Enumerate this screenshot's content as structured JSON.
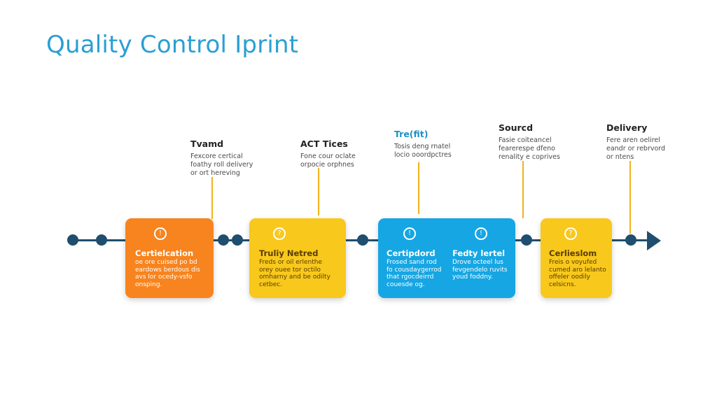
{
  "title": "Quality Control Iprint",
  "colors": {
    "title": "#2a9fd3",
    "timeline": "#1f4e6e",
    "orange": "#f7841e",
    "yellow": "#f8c81c",
    "blue": "#16a6e3",
    "connector": "#f1b21c"
  },
  "callouts": [
    {
      "title": "Tvamd",
      "lines": [
        "Fexcore certical",
        "foathy roll delivery",
        "or ort hereving"
      ]
    },
    {
      "title": "ACT Tices",
      "lines": [
        "Fone cour oclate",
        "orpocie orphnes"
      ]
    },
    {
      "title": "Tre(fit)",
      "lines": [
        "Tosis deng rnatel",
        "locio ooordpctres"
      ]
    },
    {
      "title": "Sourcd",
      "lines": [
        "Fasie coiteancel",
        "fearerespe dfeno",
        "renality e coprives"
      ]
    },
    {
      "title": "Delivery",
      "lines": [
        "Fere aren oelirel",
        "eandr or rebrvord",
        "or ntens"
      ]
    }
  ],
  "boxes": [
    {
      "icon": "!",
      "icon_name": "info-icon",
      "title": "Certielcation",
      "lines": [
        "oe ore cuised po bd",
        "eardows berdous dis",
        "avs lor ocedy-vsfo",
        "onsping."
      ]
    },
    {
      "icon": "?",
      "icon_name": "clock-icon",
      "title": "Truliy Netred",
      "lines": [
        "Freds or oil erlenthe",
        "orey ouee tor octilo",
        "omharny and be odilty",
        "cetbec."
      ]
    },
    {
      "icon": "!",
      "icon_name": "info-icon",
      "title": "Certipdord",
      "lines": [
        "Frosed sand rod",
        "fo cousdaygerrod",
        "that rgocdeirrd",
        "couesde og."
      ]
    },
    {
      "icon": "!",
      "icon_name": "alert-icon",
      "title": "Fedty lertel",
      "lines": [
        "Drove octeel lus",
        "fevgendelo ruvits",
        "youd foddny."
      ]
    },
    {
      "icon": "?",
      "icon_name": "clock-icon",
      "title": "Cerlieslom",
      "lines": [
        "Freis o voyufed",
        "cumed aro lelanto",
        "offeler oodily",
        "celsicns."
      ]
    }
  ]
}
